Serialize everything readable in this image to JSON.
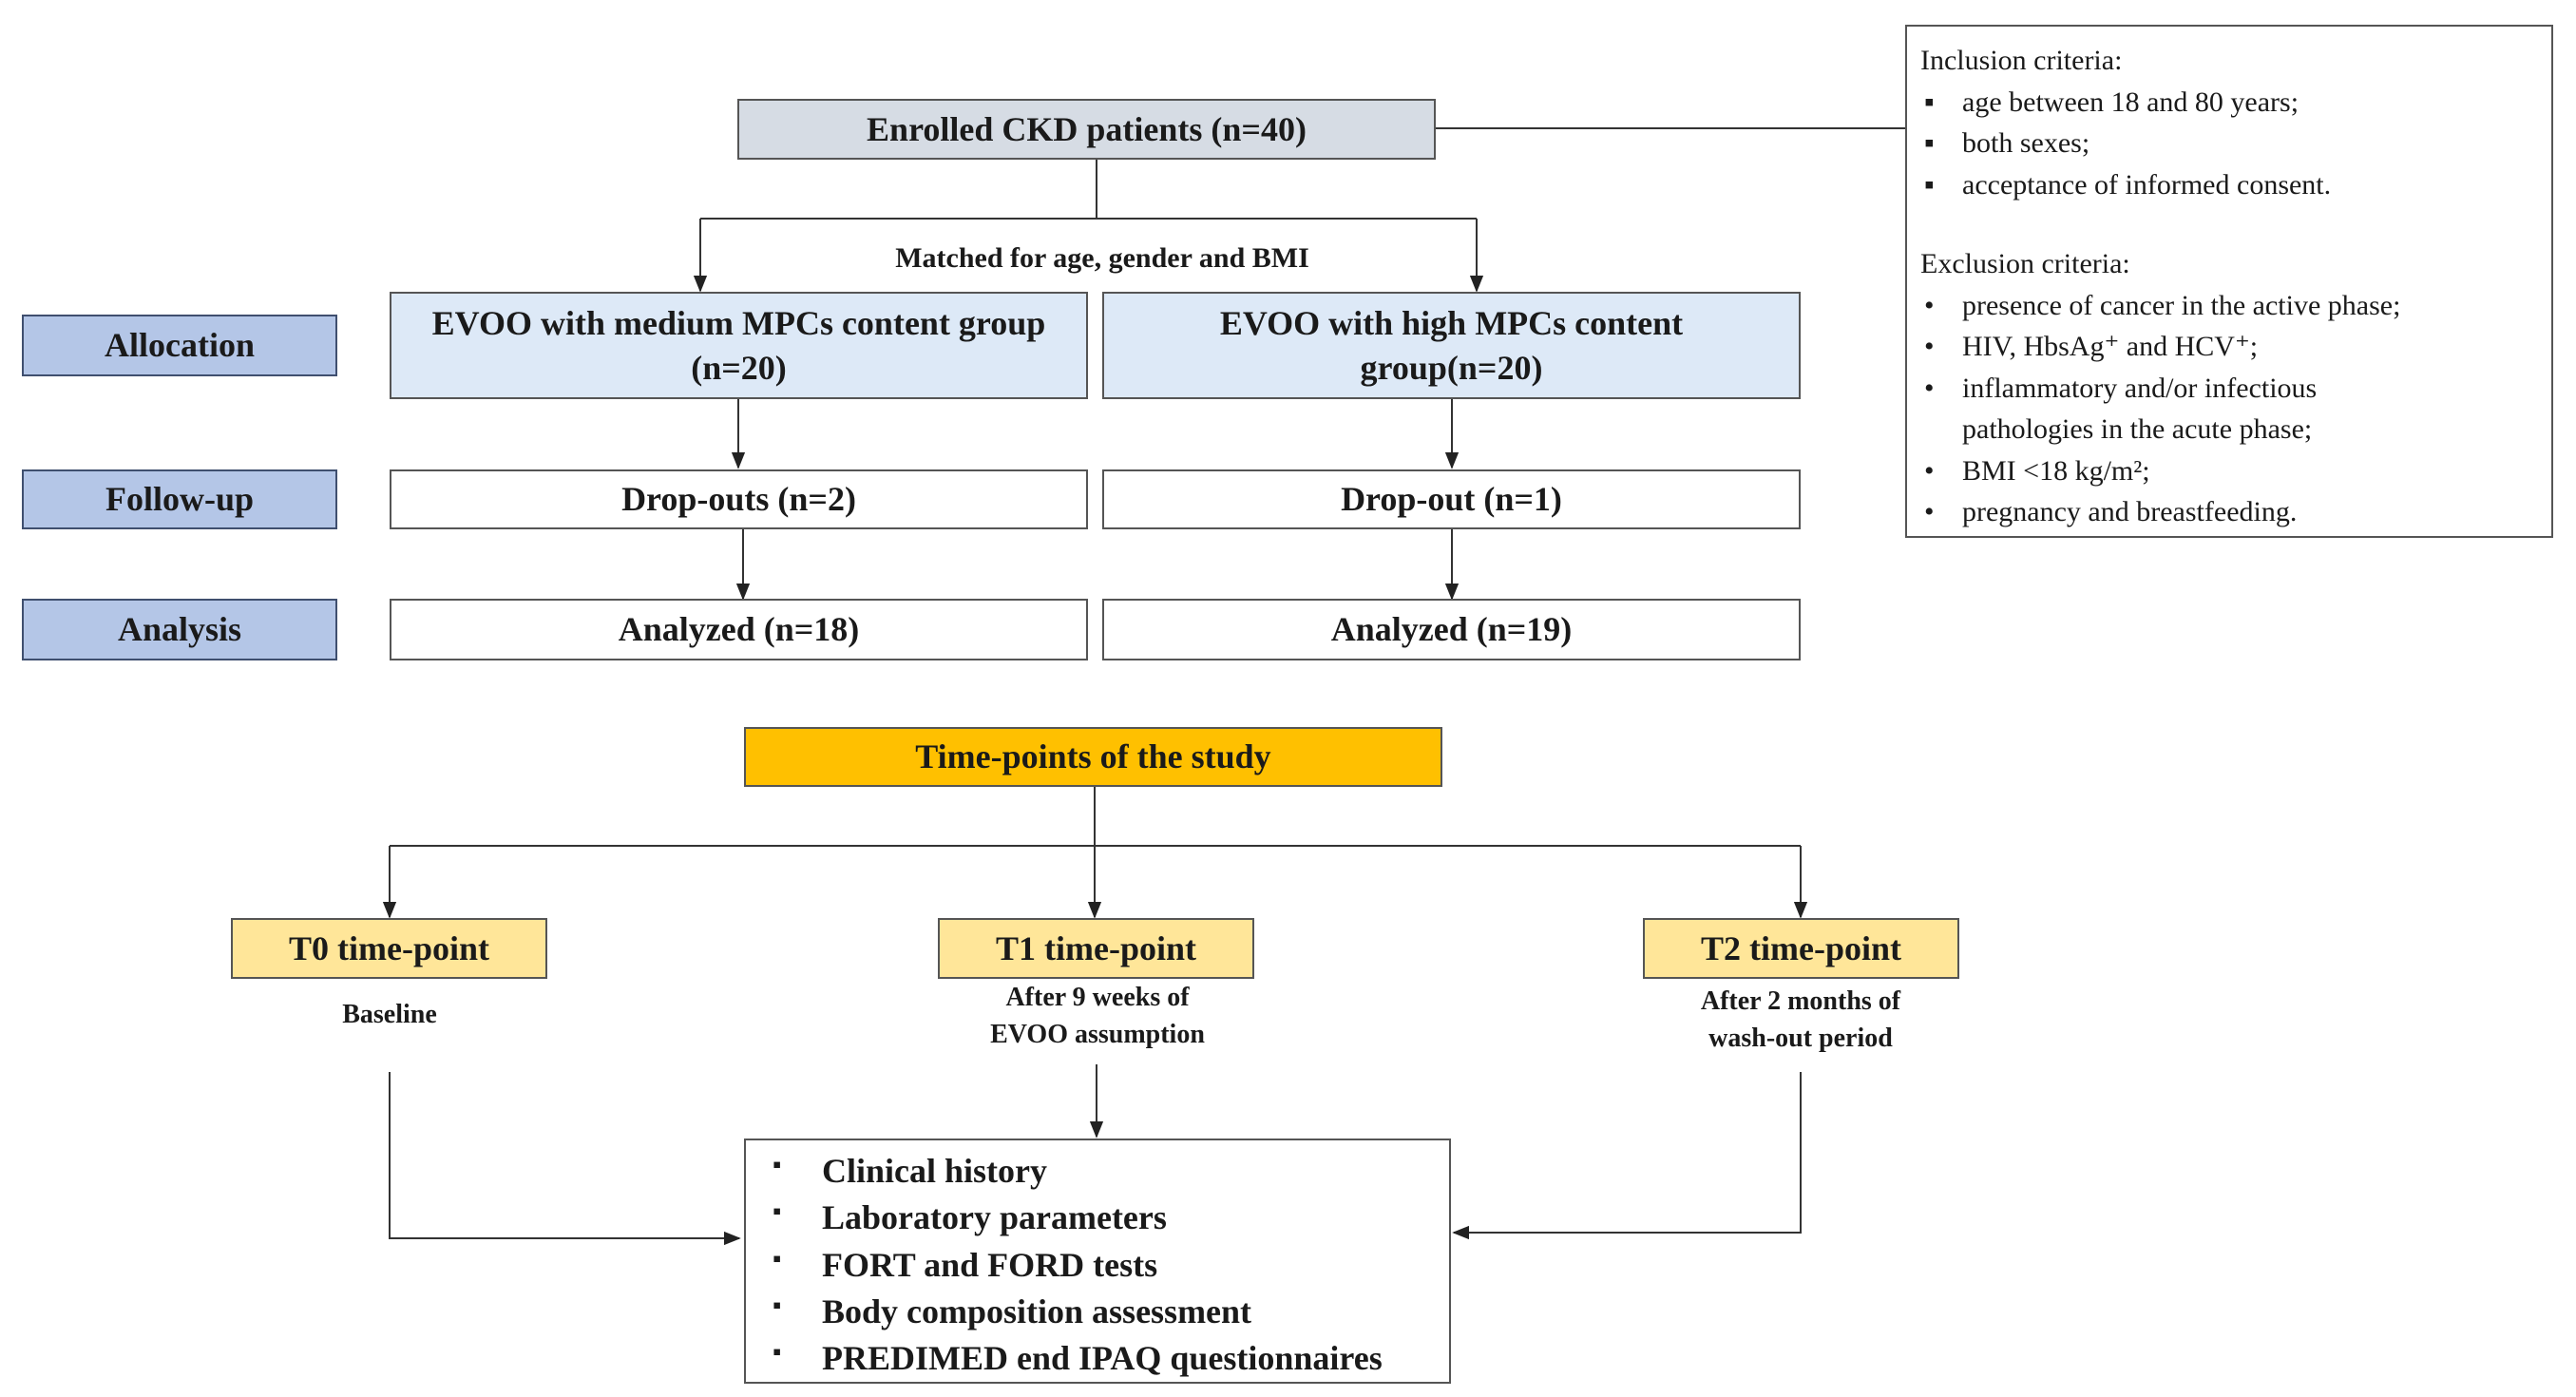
{
  "flow": {
    "enrolled": "Enrolled CKD patients (n=40)",
    "matched": "Matched for age, gender and BMI",
    "stages": {
      "allocation": "Allocation",
      "follow_up": "Follow-up",
      "analysis": "Analysis"
    },
    "groups": {
      "medium": {
        "title_line1": "EVOO with medium MPCs content group",
        "title_line2": "(n=20)",
        "dropout": "Drop-outs (n=2)",
        "analyzed": "Analyzed (n=18)"
      },
      "high": {
        "title_line1": "EVOO with high MPCs content",
        "title_line2": "group(n=20)",
        "dropout": "Drop-out (n=1)",
        "analyzed": "Analyzed (n=19)"
      }
    }
  },
  "criteria": {
    "inclusion_title": "Inclusion criteria:",
    "inclusion": [
      "age between 18 and 80 years;",
      "both sexes;",
      "acceptance of informed consent."
    ],
    "exclusion_title": "Exclusion criteria:",
    "exclusion": [
      "presence of cancer in the active phase;",
      "HIV, HbsAg⁺ and HCV⁺;",
      "inflammatory and/or infectious",
      "pathologies in the acute phase;",
      "BMI <18 kg/m²;",
      "pregnancy and breastfeeding."
    ],
    "square_bullet": "▪",
    "round_bullet": "•"
  },
  "timepoints": {
    "title": "Time-points of the study",
    "t0": {
      "label": "T0 time-point",
      "desc_line1": "Baseline"
    },
    "t1": {
      "label": "T1 time-point",
      "desc_line1": "After 9 weeks of",
      "desc_line2": "EVOO assumption"
    },
    "t2": {
      "label": "T2 time-point",
      "desc_line1": "After 2 months of",
      "desc_line2": "wash-out period"
    }
  },
  "outcomes": [
    "Clinical history",
    "Laboratory parameters",
    "FORT and FORD tests",
    "Body composition assessment",
    "PREDIMED end IPAQ questionnaires"
  ],
  "colors": {
    "stage_fill": "#b4c6e7",
    "enrolled_fill": "#d6dce4",
    "group_fill": "#dde9f7",
    "timepoints_title_fill": "#ffc000",
    "timepoint_fill": "#ffe699"
  }
}
